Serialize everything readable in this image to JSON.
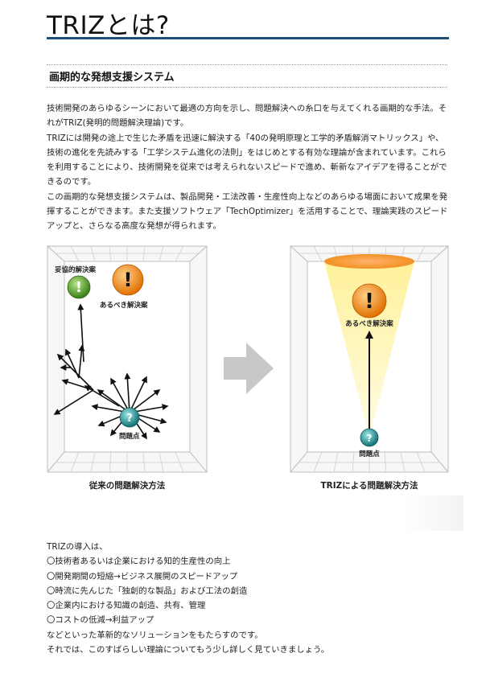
{
  "page": {
    "title": "TRIZとは?"
  },
  "section": {
    "heading": "画期的な発想支援システム"
  },
  "intro": [
    "技術開発のあらゆるシーンにおいて最適の方向を示し、問題解決への糸口を与えてくれる画期的な手法。それがTRIZ(発明的問題解決理論)です。",
    "TRIZには開発の途上で生じた矛盾を迅速に解決する「40の発明原理と工学的矛盾解消マトリックス」や、技術の進化を先読みする「工学システム進化の法則」をはじめとする有効な理論が含まれています。これらを利用することにより、技術開発を従来では考えられないスピードで進め、斬新なアイデアを得ることができるのです。",
    "この画期的な発想支援システムは、製品開発・工法改善・生産性向上などのあらゆる場面において成果を発揮することができます。また支援ソフトウェア「TechOptimizer」を活用することで、理論実践のスピードアップと、さらなる高度な発想が得られます。"
  ],
  "diagram": {
    "left": {
      "caption": "従来の問題解決方法",
      "compromise_label": "妥協的解決案",
      "ideal_label": "あるべき解決案",
      "problem_label": "問題点"
    },
    "right": {
      "caption": "TRIZによる問題解決方法",
      "ideal_label": "あるべき解決案",
      "problem_label": "問題点"
    },
    "glyphs": {
      "exclaim": "!",
      "question": "?"
    },
    "colors": {
      "orange": "#f08a16",
      "green": "#4f9a28",
      "teal": "#1a8a8a",
      "cone": "#fff3a0",
      "arrow_gray": "#c8c8c8",
      "title_rule": "#1f4e79"
    }
  },
  "outro": [
    "TRIZの導入は、",
    "〇技術者あるいは企業における知的生産性の向上",
    "〇開発期間の短縮→ビジネス展開のスピードアップ",
    "〇時流に先んじた「独創的な製品」および工法の創造",
    "〇企業内における知識の創造、共有、管理",
    "〇コストの低減→利益アップ",
    "などといった革新的なソリューションをもたらすのです。",
    "それでは、このすばらしい理論についてもう少し詳しく見ていきましょう。"
  ]
}
